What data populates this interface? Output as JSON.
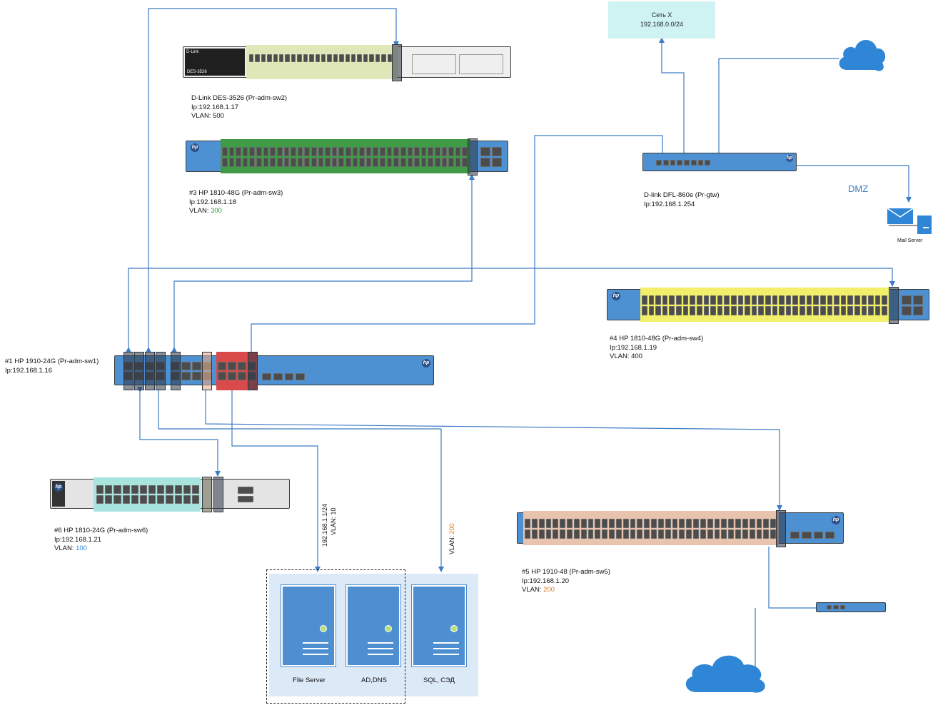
{
  "title": "",
  "network_x": {
    "name": "Сеть X",
    "subnet": "192.168.0.0/24"
  },
  "dmz_label": "DMZ",
  "mail_server_label": "Mail Server",
  "colors": {
    "link": "#3b7cc4",
    "sw2_ports": "#dfe7b8",
    "sw3_ports": "#3f9b45",
    "sw4_ports": "#f2ef6a",
    "sw5_ports": "#e8c3ae",
    "sw6_ports": "#a8e3de",
    "sw1_vlan_ports": "#d94a4a",
    "server": "#4e8fd1",
    "server_group_bg": "#dce9f6",
    "network_x_bg": "#cff3f3",
    "vlan_100": "#2e86de",
    "vlan_200": "#e07b1a",
    "vlan_300": "#2f9a3a"
  },
  "devices": {
    "sw2": {
      "line1": "D-Link DES-3526  (Pr-adm-sw2)",
      "ip": "Ip:192.168.1.17",
      "vlan_prefix": "VLAN: ",
      "vlan": "500",
      "brand": "D-Link",
      "model": "DES-3526"
    },
    "sw3": {
      "line1": "#3  HP 1810-48G (Pr-adm-sw3)",
      "ip": "Ip:192.168.1.18",
      "vlan_prefix": "VLAN: ",
      "vlan": "300"
    },
    "gtw": {
      "line1": "D-link DFL-860e (Pr-gtw)",
      "ip": "Ip:192.168.1.254"
    },
    "sw4": {
      "line1": "#4  HP 1810-48G (Pr-adm-sw4)",
      "ip": "Ip:192.168.1.19",
      "vlan_prefix": "VLAN: ",
      "vlan": "400"
    },
    "sw1": {
      "line1": "#1  HP 1910-24G (Pr-adm-sw1)",
      "ip": "Ip:192.168.1.16"
    },
    "sw6": {
      "line1": "#6  HP 1810-24G (Pr-adm-sw6)",
      "ip": "Ip:192.168.1.21",
      "vlan_prefix": "VLAN: ",
      "vlan": "100"
    },
    "sw5": {
      "line1": "#5  HP 1910-48 (Pr-adm-sw5)",
      "ip": "Ip:192.168.1.20",
      "vlan_prefix": "VLAN: ",
      "vlan": "200"
    }
  },
  "link_labels": {
    "subnet": "192.168.1.1/24",
    "vlan10": "VLAN: 10",
    "vlan200_prefix": "VLAN: ",
    "vlan200": "200"
  },
  "servers": [
    {
      "name": "File Server",
      "icon": "server-icon"
    },
    {
      "name": "AD,DNS",
      "icon": "server-icon"
    },
    {
      "name": "SQL, СЭД",
      "icon": "server-icon"
    }
  ],
  "icons": [
    "cloud-icon",
    "mail-envelope-icon",
    "server-icon",
    "hp-logo-icon"
  ]
}
